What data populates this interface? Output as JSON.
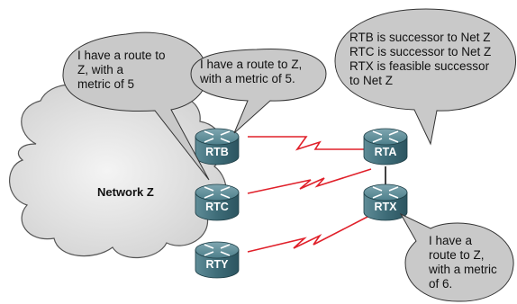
{
  "cloud": {
    "label": "Network Z"
  },
  "routers": {
    "rtb": "RTB",
    "rtc": "RTC",
    "rty": "RTY",
    "rta": "RTA",
    "rtx": "RTX"
  },
  "bubbles": {
    "rtc_bubble": [
      "I have a route to",
      "Z, with a",
      "metric of 5"
    ],
    "rtb_bubble": [
      "I have a route to Z,",
      "with a metric of 5."
    ],
    "rta_bubble": [
      "RTB is successor to Net Z",
      "RTC is successor to Net Z",
      "RTX is feasible successor",
      "to Net Z"
    ],
    "rtx_bubble": [
      "I have a",
      "route to Z,",
      "with a metric",
      "of 6."
    ]
  },
  "colors": {
    "bubble_fill": "#c9c9c9",
    "cloud_fill": "#e4e4e4",
    "router_body": "#3f6e7a",
    "serial_link": "#e0202a",
    "ethernet_link": "#111111"
  }
}
